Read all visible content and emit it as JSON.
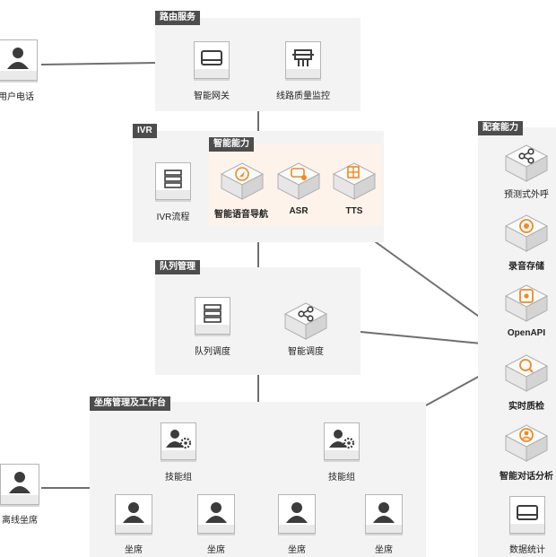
{
  "sections": {
    "routing": "路由服务",
    "ivr": "IVR",
    "smart": "智能能力",
    "queue": "队列管理",
    "seat": "坐席管理及工作台",
    "support": "配套能力"
  },
  "nodes": {
    "user_phone": "用户电话",
    "smart_gateway": "智能网关",
    "line_monitor": "线路质量监控",
    "ivr_flow": "IVR流程",
    "voice_nav": "智能语音导航",
    "asr": "ASR",
    "tts": "TTS",
    "queue_schedule": "队列调度",
    "smart_schedule": "智能调度",
    "skill_group_1": "技能组",
    "skill_group_2": "技能组",
    "seat_1": "坐席",
    "seat_2": "坐席",
    "seat_3": "坐席",
    "seat_4": "坐席",
    "offline_seat": "离线坐席",
    "predictive_call": "预测式外呼",
    "recording": "录音存储",
    "openapi": "OpenAPI",
    "quality_check": "实时质检",
    "dialog_analysis": "智能对话分析",
    "data_stats": "数据统计"
  },
  "colors": {
    "accent": "#f08a24",
    "tag_bg": "#4d4d4d",
    "panel_bg": "#f3f3f3",
    "line": "#6f6f6f"
  }
}
